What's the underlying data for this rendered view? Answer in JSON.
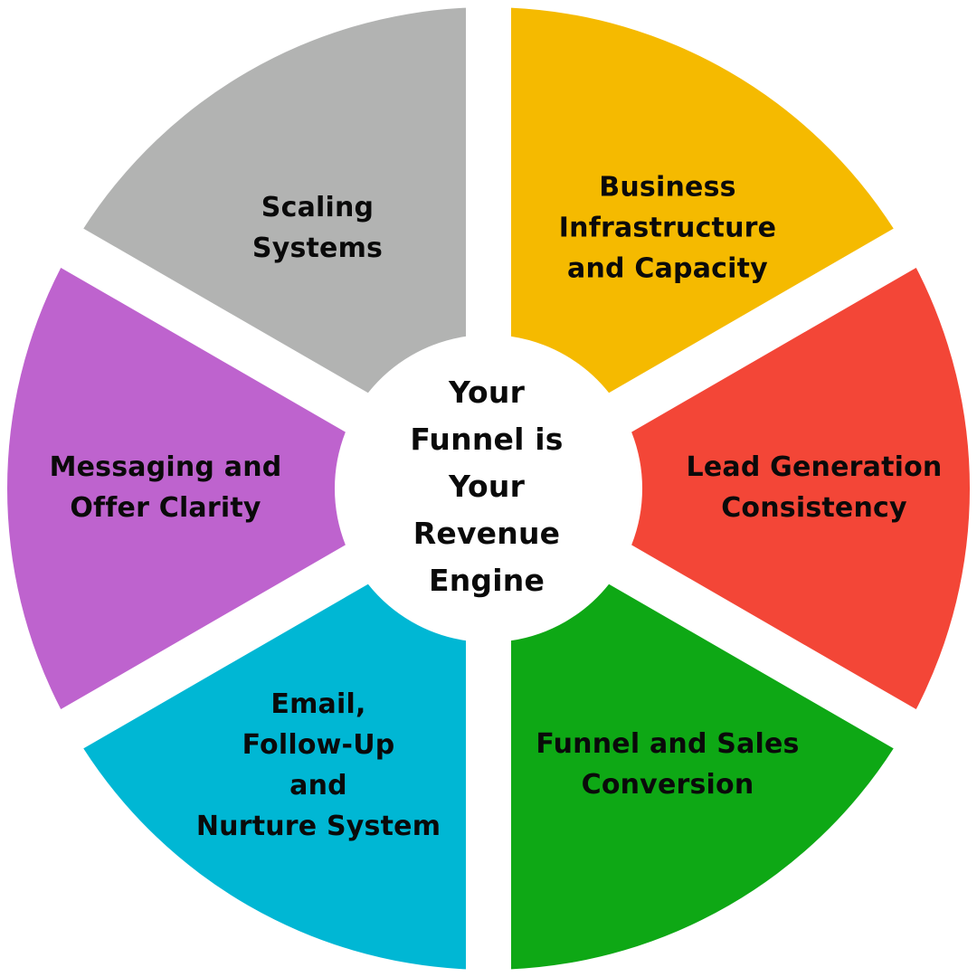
{
  "center": {
    "lines": [
      "Your",
      "Funnel is",
      "Your",
      "Revenue",
      "Engine"
    ]
  },
  "segments": [
    {
      "id": "business-infrastructure",
      "lines": [
        "Business",
        "Infrastructure",
        "and Capacity"
      ],
      "color": "#F5BA00"
    },
    {
      "id": "lead-generation",
      "lines": [
        "Lead Generation",
        "Consistency"
      ],
      "color": "#F34637"
    },
    {
      "id": "funnel-sales",
      "lines": [
        "Funnel and Sales",
        "Conversion"
      ],
      "color": "#0EA815"
    },
    {
      "id": "email-nurture",
      "lines": [
        "Email,",
        "Follow-Up",
        "and",
        "Nurture System"
      ],
      "color": "#00B7D4"
    },
    {
      "id": "messaging-offer",
      "lines": [
        "Messaging and",
        "Offer Clarity"
      ],
      "color": "#BE63CE"
    },
    {
      "id": "scaling-systems",
      "lines": [
        "Scaling",
        "Systems"
      ],
      "color": "#B2B3B2"
    }
  ]
}
